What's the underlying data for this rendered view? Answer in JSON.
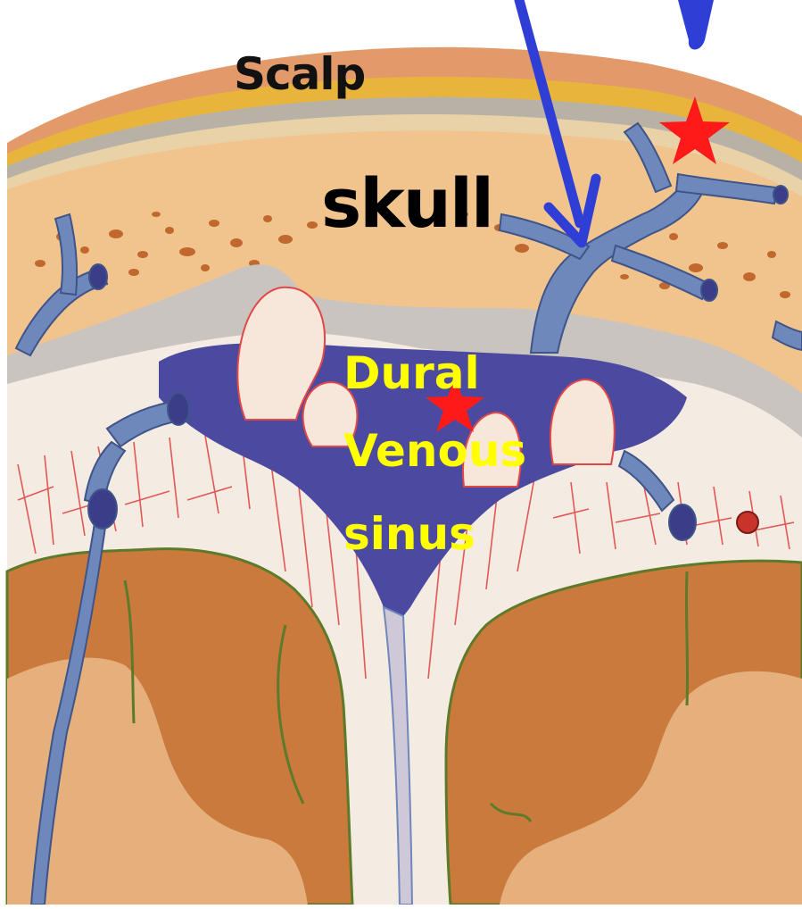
{
  "labels": {
    "scalp": "Scalp",
    "skull": "skull",
    "sinus_line1": "Dural",
    "sinus_line2": "Venous",
    "sinus_line3": "sinus"
  },
  "colors": {
    "label_dark": "#000000",
    "label_highlight": "#ffff00",
    "arrow": "#2f3fd6",
    "star": "#ff0000",
    "scalp": "#e39a6a",
    "fat_layer": "#e8b43c",
    "skull_bone": "#f1c48e",
    "bone_pores": "#b9581e",
    "sinus_fill": "#4b4aa0",
    "vein": "#6f88bb",
    "brain_cortex": "#c97a3c",
    "brain_white_matter": "#e6b07c",
    "pia_border": "#5c7a2a",
    "arachnoid_vessels": "#e04848"
  },
  "icons": [
    "blue-arrow-icon",
    "red-star-icon"
  ]
}
